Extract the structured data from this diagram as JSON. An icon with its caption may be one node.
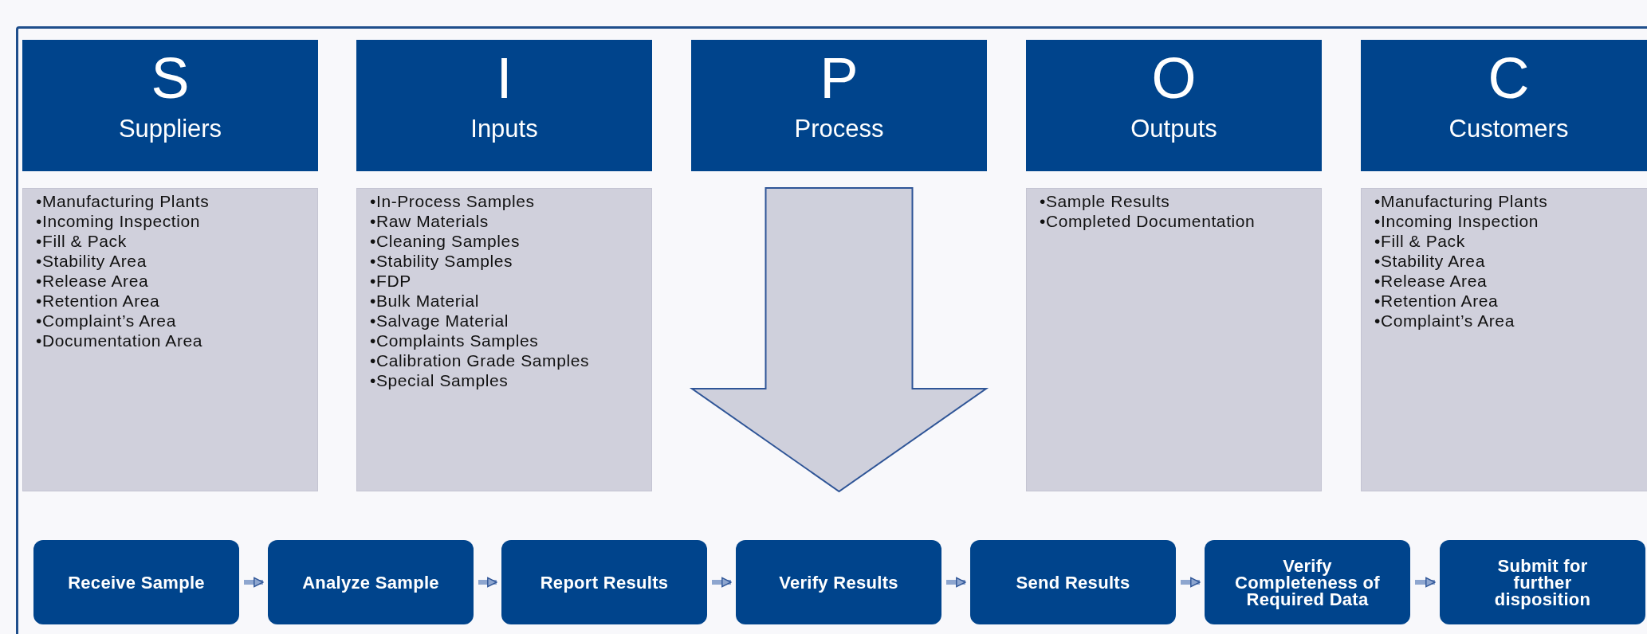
{
  "diagram": {
    "nodes": [
      {
        "text": [
          "S",
          "Suppliers"
        ]
      },
      {
        "text": [
          "I",
          "Inputs"
        ]
      },
      {
        "text": [
          "P",
          "Process"
        ]
      },
      {
        "text": [
          "O",
          "Outputs"
        ]
      },
      {
        "text": [
          "C",
          "Customers"
        ]
      },
      {
        "text": [
          "•Manufacturing Plants",
          "•Incoming Inspection",
          "•Fill & Pack",
          "•Stability Area",
          "•Release Area",
          "•Retention Area",
          "•Complaint’s Area",
          "•Documentation Area"
        ]
      },
      {
        "text": [
          "•In-Process Samples",
          "•Raw Materials",
          "•Cleaning Samples",
          "•Stability Samples",
          "•FDP",
          "•Bulk Material",
          "•Salvage Material",
          "•Complaints Samples",
          "•Calibration Grade Samples",
          "•Special Samples"
        ]
      },
      {
        "text": [
          "•Sample Results",
          "•Completed Documentation"
        ]
      },
      {
        "text": [
          "•Manufacturing Plants",
          "•Incoming Inspection",
          "•Fill & Pack",
          "•Stability Area",
          "•Release Area",
          "•Retention Area",
          "•Complaint’s Area"
        ]
      },
      {
        "text": [
          "Receive Sample"
        ]
      },
      {
        "text": [
          "Analyze Sample"
        ]
      },
      {
        "text": [
          "Report Results"
        ]
      },
      {
        "text": [
          "Verify  Results"
        ]
      },
      {
        "text": [
          "Send Results"
        ]
      },
      {
        "text": [
          "Verify Completeness of Required Data"
        ]
      },
      {
        "text": [
          "Submit for further disposition"
        ]
      }
    ],
    "edges": [
      {
        "from": 2,
        "to": null,
        "arrow": "to",
        "style": "thick"
      },
      {
        "from": 9,
        "to": 10,
        "arrow": "to"
      },
      {
        "from": 10,
        "to": 11,
        "arrow": "to"
      },
      {
        "from": 11,
        "to": 12,
        "arrow": "to"
      },
      {
        "from": 12,
        "to": 13,
        "arrow": "to"
      },
      {
        "from": 13,
        "to": 14,
        "arrow": "to"
      },
      {
        "from": 14,
        "to": 15,
        "arrow": "to"
      }
    ]
  }
}
